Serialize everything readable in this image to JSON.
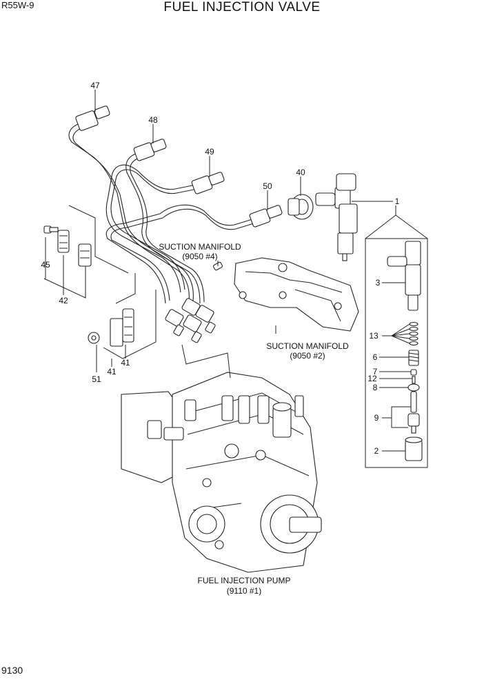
{
  "header": {
    "model": "R55W-9",
    "title": "FUEL INJECTION VALVE"
  },
  "footer": {
    "page_number": "9130"
  },
  "labels": {
    "suction_manifold_4_title": "SUCTION MANIFOLD",
    "suction_manifold_4_ref": "(9050 #4)",
    "suction_manifold_2_title": "SUCTION MANIFOLD",
    "suction_manifold_2_ref": "(9050 #2)",
    "pump_title": "FUEL INJECTION PUMP",
    "pump_ref": "(9110 #1)"
  },
  "callouts": {
    "n47": "47",
    "n48": "48",
    "n49": "49",
    "n40": "40",
    "n50": "50",
    "n1": "1",
    "n45": "45",
    "n42": "42",
    "n3": "3",
    "n13": "13",
    "n6": "6",
    "n7": "7",
    "n12": "12",
    "n8": "8",
    "n9": "9",
    "n2": "2",
    "n41a": "41",
    "n41b": "41",
    "n51": "51"
  }
}
